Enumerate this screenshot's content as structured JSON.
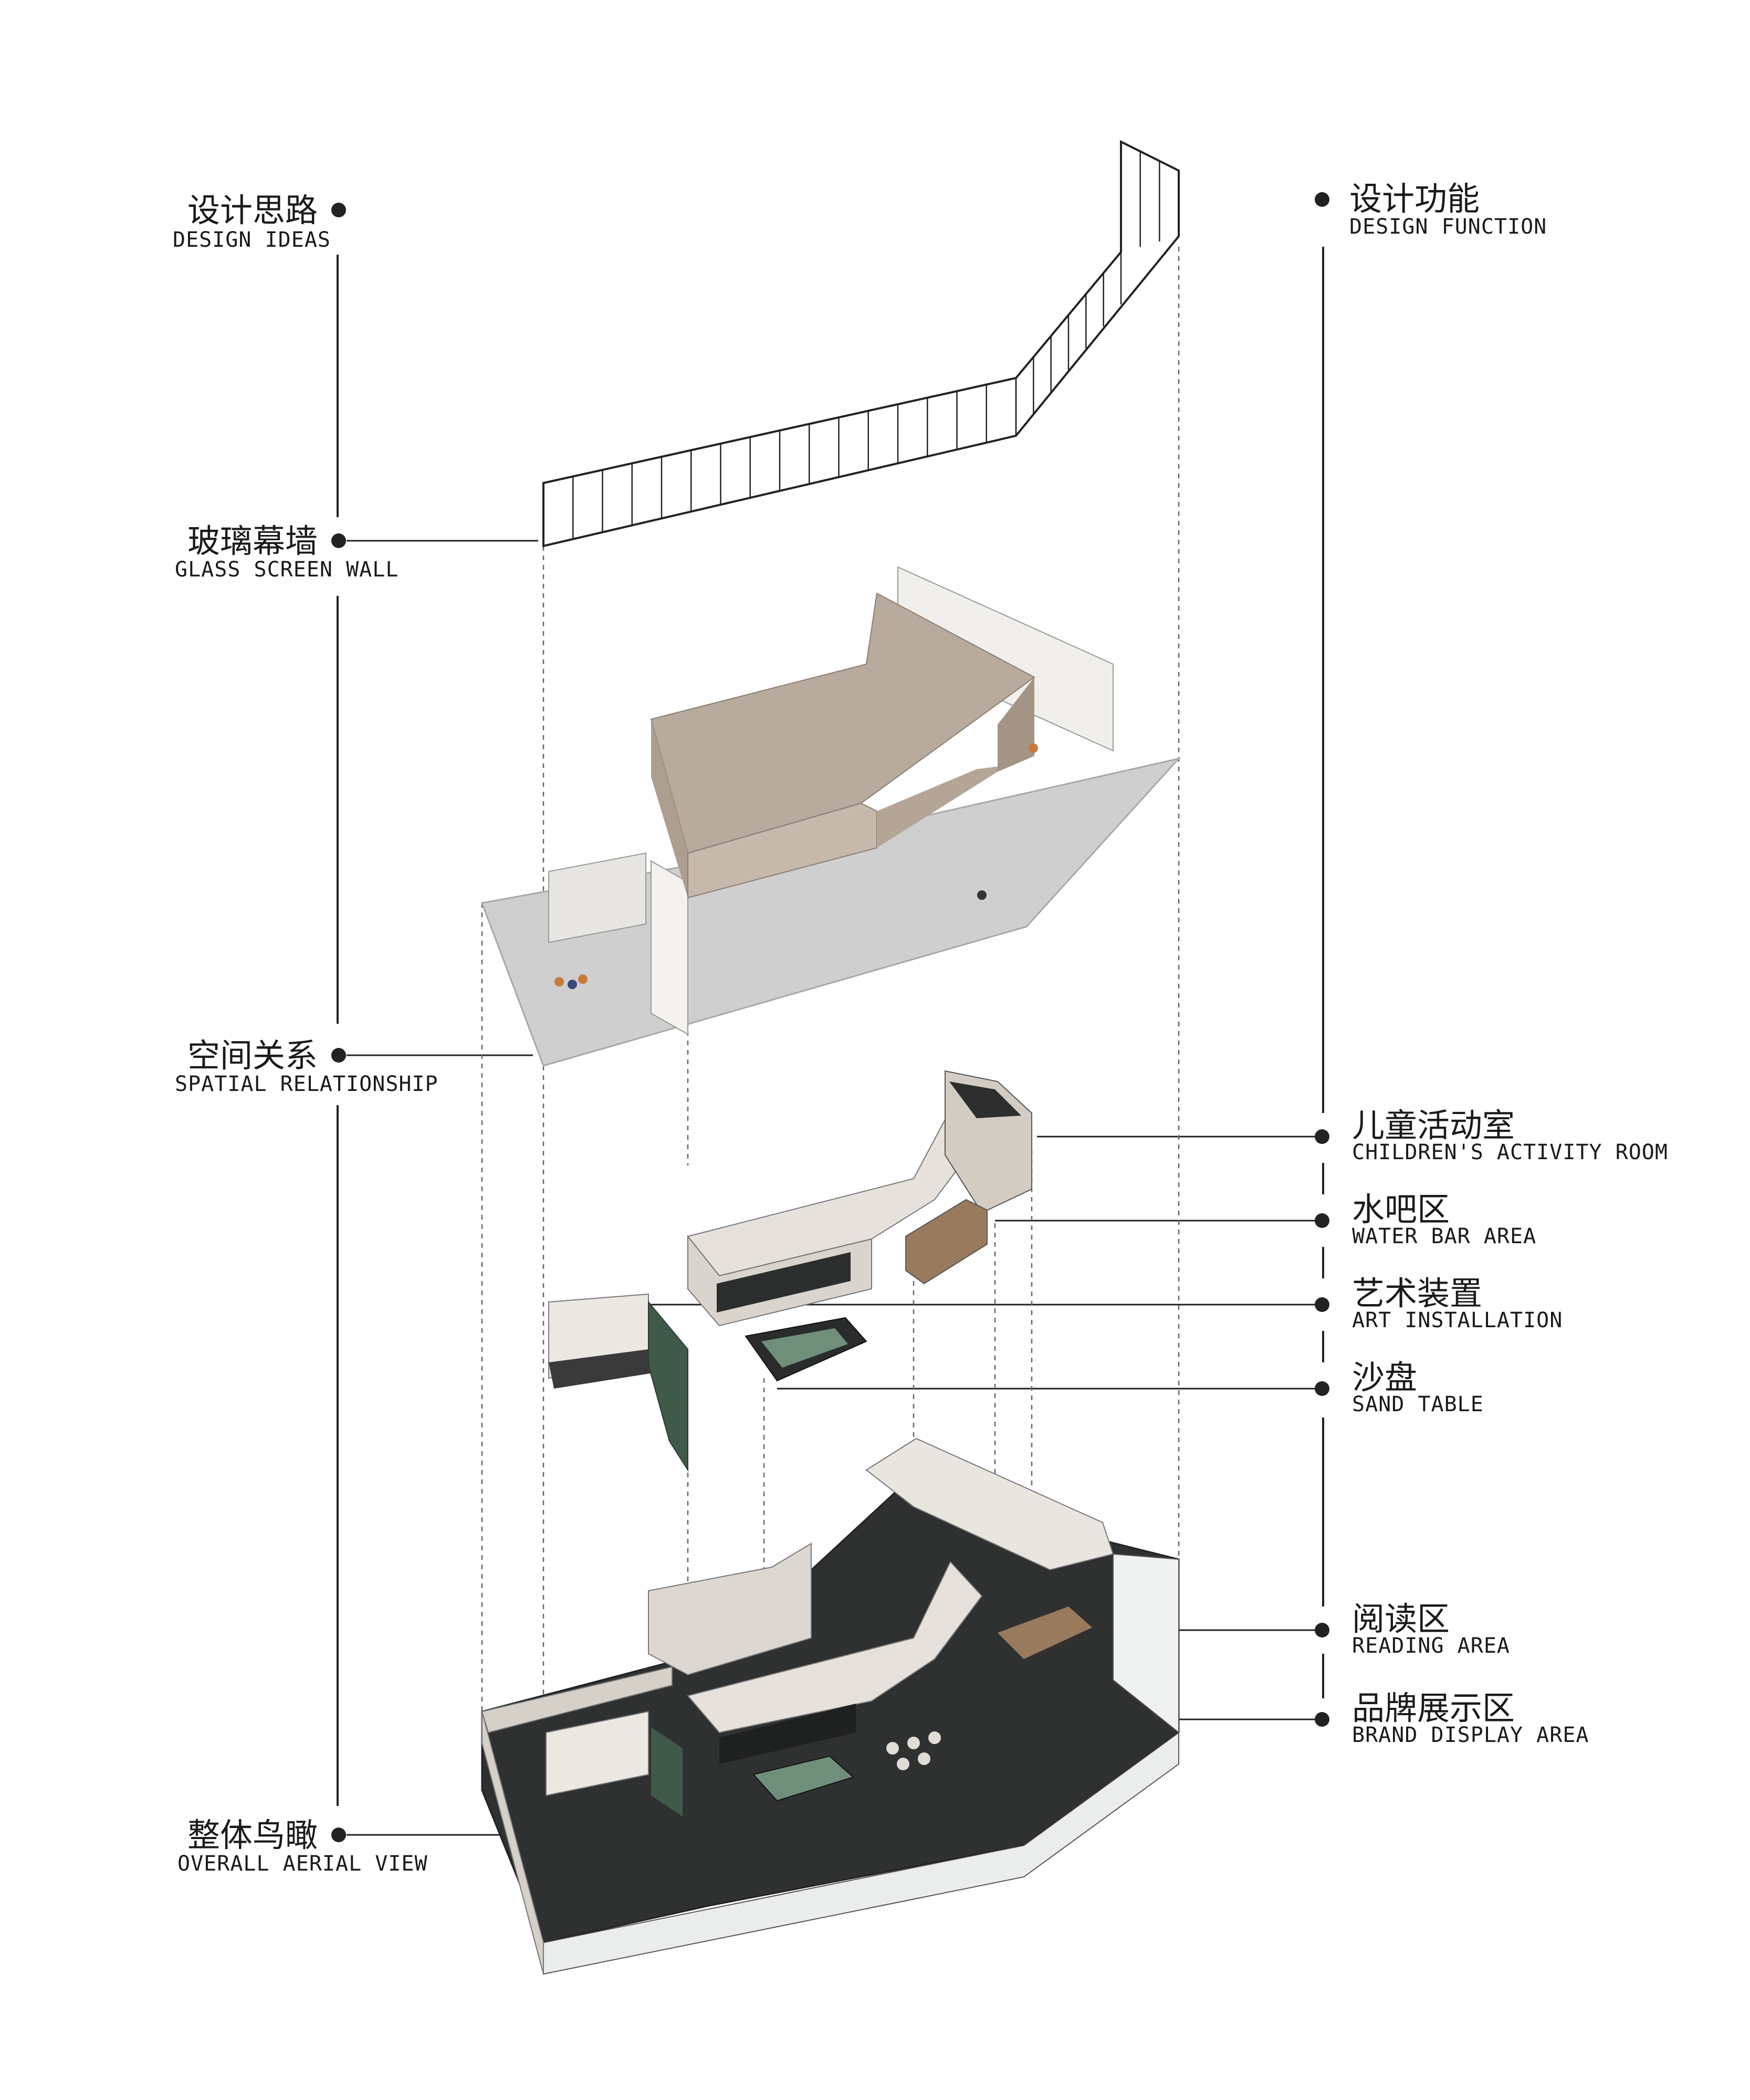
{
  "left_labels": [
    {
      "cn": "设计思路",
      "en": "DESIGN IDEAS"
    },
    {
      "cn": "玻璃幕墙",
      "en": "GLASS SCREEN WALL"
    },
    {
      "cn": "空间关系",
      "en": "SPATIAL RELATIONSHIP"
    },
    {
      "cn": "整体鸟瞰",
      "en": "OVERALL AERIAL VIEW"
    }
  ],
  "right_labels": [
    {
      "cn": "设计功能",
      "en": "DESIGN FUNCTION"
    },
    {
      "cn": "儿童活动室",
      "en": "CHILDREN'S ACTIVITY ROOM"
    },
    {
      "cn": "水吧区",
      "en": "WATER BAR AREA"
    },
    {
      "cn": "艺术装置",
      "en": "ART INSTALLATION"
    },
    {
      "cn": "沙盘",
      "en": "SAND TABLE"
    },
    {
      "cn": "阅读区",
      "en": "READING AREA"
    },
    {
      "cn": "品牌展示区",
      "en": "BRAND DISPLAY AREA"
    }
  ],
  "colors": {
    "line": "#222222",
    "floor_gray": "#cfcfcf",
    "volume_taupe": "#b8aa9c",
    "wall_light": "#ebe8e2",
    "dark_panel": "#2c2e2e",
    "art_green": "#3f5a48",
    "wood": "#9a7a5c"
  }
}
